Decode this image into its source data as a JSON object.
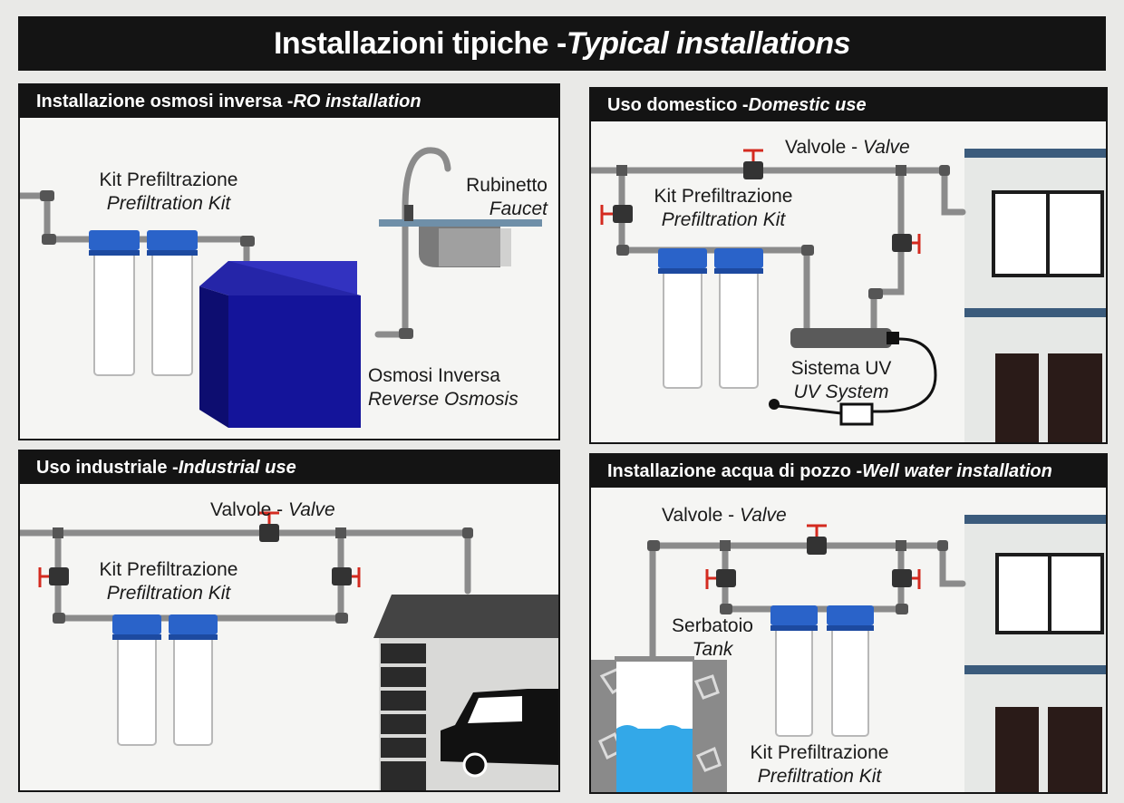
{
  "title": {
    "main": "Installazioni tipiche - ",
    "italic": "Typical installations"
  },
  "panels": {
    "ro": {
      "header": {
        "main": "Installazione osmosi inversa - ",
        "italic": "RO installation"
      },
      "kit": {
        "it": "Kit Prefiltrazione",
        "en": "Prefiltration Kit"
      },
      "faucet": {
        "it": "Rubinetto",
        "en": "Faucet"
      },
      "ro": {
        "it": "Osmosi Inversa",
        "en": "Reverse Osmosis"
      }
    },
    "domestic": {
      "header": {
        "main": "Uso domestico - ",
        "italic": "Domestic use"
      },
      "valve": {
        "it": "Valvole - ",
        "en": "Valve"
      },
      "kit": {
        "it": "Kit Prefiltrazione",
        "en": "Prefiltration Kit"
      },
      "uv": {
        "it": "Sistema UV",
        "en": "UV System"
      }
    },
    "industrial": {
      "header": {
        "main": "Uso industriale - ",
        "italic": "Industrial use"
      },
      "valve": {
        "it": "Valvole - ",
        "en": "Valve"
      },
      "kit": {
        "it": "Kit Prefiltrazione",
        "en": "Prefiltration Kit"
      }
    },
    "well": {
      "header": {
        "main": "Installazione acqua di pozzo - ",
        "italic": "Well water installation"
      },
      "valve": {
        "it": "Valvole - ",
        "en": "Valve"
      },
      "tank": {
        "it": "Serbatoio",
        "en": "Tank"
      },
      "kit": {
        "it": "Kit Prefiltrazione",
        "en": "Prefiltration Kit"
      }
    }
  },
  "colors": {
    "filter_cap": "#2a63c9",
    "ro_unit": "#14149a",
    "pipe": "#8b8b8b",
    "valve_handle": "#d42a1f",
    "building_trim": "#3b5b7c",
    "door": "#2a1b18",
    "water": "#33a8e8"
  }
}
